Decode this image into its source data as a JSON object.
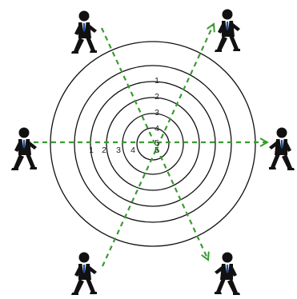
{
  "diagram": {
    "colors": {
      "ring": "#111111",
      "path": "#3a9a32",
      "figure_suit": "#111111",
      "figure_shirt": "#ffffff",
      "figure_tie": "#1e4f9a"
    },
    "ring_labels_vertical": [
      "1",
      "2",
      "3",
      "4",
      "5"
    ],
    "ring_labels_horizontal": [
      "1",
      "2",
      "3",
      "4",
      "5"
    ],
    "paths": [
      {
        "from": "top-left person",
        "to": "bottom-right person",
        "arrow": true
      },
      {
        "from": "bottom-left person",
        "to": "top-right person",
        "arrow": true
      },
      {
        "from": "left person",
        "to": "right person",
        "arrow": true
      }
    ],
    "people": [
      {
        "id": "person-top-left",
        "icon": "businessman-icon"
      },
      {
        "id": "person-top-right",
        "icon": "businessman-icon"
      },
      {
        "id": "person-left",
        "icon": "businessman-icon"
      },
      {
        "id": "person-right",
        "icon": "businessman-icon"
      },
      {
        "id": "person-bottom-left",
        "icon": "businessman-icon"
      },
      {
        "id": "person-bottom-right",
        "icon": "businessman-icon"
      }
    ]
  }
}
